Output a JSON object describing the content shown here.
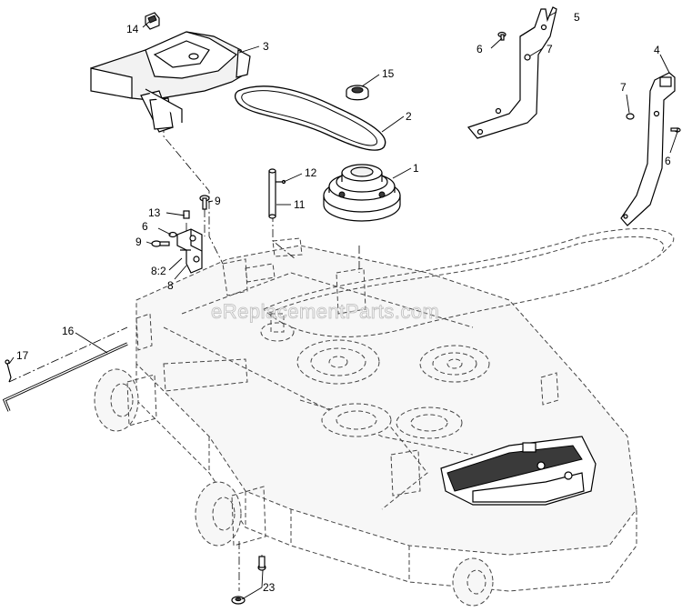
{
  "watermark": "eReplacementParts.com",
  "callouts": [
    {
      "id": "c1",
      "label": "1"
    },
    {
      "id": "c2",
      "label": "2"
    },
    {
      "id": "c3",
      "label": "3"
    },
    {
      "id": "c4",
      "label": "4"
    },
    {
      "id": "c5",
      "label": "5"
    },
    {
      "id": "c6a",
      "label": "6"
    },
    {
      "id": "c6b",
      "label": "6"
    },
    {
      "id": "c6c",
      "label": "6"
    },
    {
      "id": "c7a",
      "label": "7"
    },
    {
      "id": "c7b",
      "label": "7"
    },
    {
      "id": "c8",
      "label": "8"
    },
    {
      "id": "c8-2",
      "label": "8:2"
    },
    {
      "id": "c9a",
      "label": "9"
    },
    {
      "id": "c9b",
      "label": "9"
    },
    {
      "id": "c11",
      "label": "11"
    },
    {
      "id": "c12",
      "label": "12"
    },
    {
      "id": "c13",
      "label": "13"
    },
    {
      "id": "c14",
      "label": "14"
    },
    {
      "id": "c15",
      "label": "15"
    },
    {
      "id": "c16",
      "label": "16"
    },
    {
      "id": "c17",
      "label": "17"
    },
    {
      "id": "c23",
      "label": "23"
    }
  ]
}
